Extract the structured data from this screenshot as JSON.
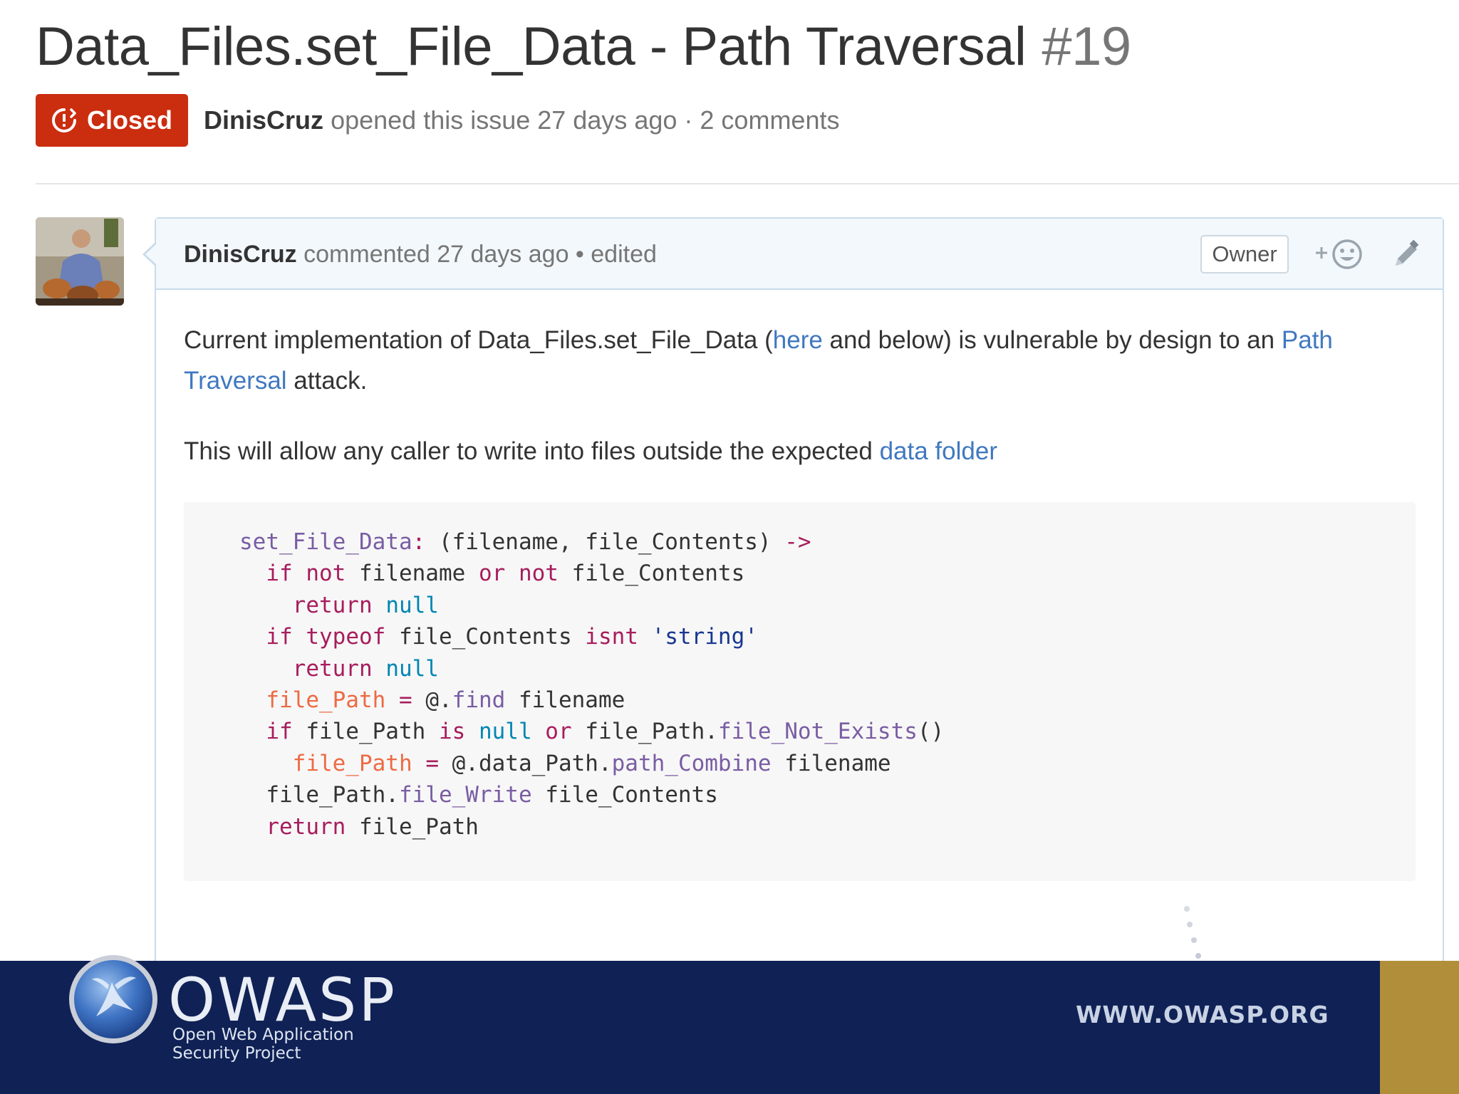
{
  "issue": {
    "title": "Data_Files.set_File_Data - Path Traversal",
    "number": "#19",
    "state": "Closed",
    "state_color": "#cb2d0f",
    "author": "DinisCruz",
    "meta": "opened this issue 27 days ago · 2 comments"
  },
  "comment": {
    "author": "DinisCruz",
    "meta": "commented 27 days ago • edited",
    "role_badge": "Owner",
    "reaction_icon": "add-reaction-icon",
    "edit_icon": "pencil-icon",
    "p1": {
      "t1": "Current implementation of Data_Files.set_File_Data (",
      "link1": "here",
      "t2": " and below) is vulnerable by design to an ",
      "link2": "Path Traversal",
      "t3": " attack."
    },
    "p2": {
      "t1": "This will allow any caller to write into files outside the expected ",
      "link1": "data folder"
    },
    "code_lines": [
      [
        {
          "t": "set_File_Data",
          "c": "fn"
        },
        {
          "t": ": ",
          "c": "kw"
        },
        {
          "t": "(filename, file_Contents) ",
          "c": "p"
        },
        {
          "t": "->",
          "c": "kw"
        }
      ],
      [
        {
          "t": "  ",
          "c": "p"
        },
        {
          "t": "if",
          "c": "kw"
        },
        {
          "t": " ",
          "c": "p"
        },
        {
          "t": "not",
          "c": "kw"
        },
        {
          "t": " filename ",
          "c": "p"
        },
        {
          "t": "or",
          "c": "kw"
        },
        {
          "t": " ",
          "c": "p"
        },
        {
          "t": "not",
          "c": "kw"
        },
        {
          "t": " file_Contents",
          "c": "p"
        }
      ],
      [
        {
          "t": "    ",
          "c": "p"
        },
        {
          "t": "return",
          "c": "kw"
        },
        {
          "t": " ",
          "c": "p"
        },
        {
          "t": "null",
          "c": "c"
        }
      ],
      [
        {
          "t": "  ",
          "c": "p"
        },
        {
          "t": "if",
          "c": "kw"
        },
        {
          "t": " ",
          "c": "p"
        },
        {
          "t": "typeof",
          "c": "kw"
        },
        {
          "t": " file_Contents ",
          "c": "p"
        },
        {
          "t": "isnt",
          "c": "kw"
        },
        {
          "t": " ",
          "c": "p"
        },
        {
          "t": "'string'",
          "c": "s"
        }
      ],
      [
        {
          "t": "    ",
          "c": "p"
        },
        {
          "t": "return",
          "c": "kw"
        },
        {
          "t": " ",
          "c": "p"
        },
        {
          "t": "null",
          "c": "c"
        }
      ],
      [
        {
          "t": "  ",
          "c": "p"
        },
        {
          "t": "file_Path",
          "c": "v"
        },
        {
          "t": " ",
          "c": "p"
        },
        {
          "t": "=",
          "c": "kw"
        },
        {
          "t": " @.",
          "c": "p"
        },
        {
          "t": "find",
          "c": "fn"
        },
        {
          "t": " filename",
          "c": "p"
        }
      ],
      [
        {
          "t": "  ",
          "c": "p"
        },
        {
          "t": "if",
          "c": "kw"
        },
        {
          "t": " file_Path ",
          "c": "p"
        },
        {
          "t": "is",
          "c": "kw"
        },
        {
          "t": " ",
          "c": "p"
        },
        {
          "t": "null",
          "c": "c"
        },
        {
          "t": " ",
          "c": "p"
        },
        {
          "t": "or",
          "c": "kw"
        },
        {
          "t": " file_Path.",
          "c": "p"
        },
        {
          "t": "file_Not_Exists",
          "c": "fn"
        },
        {
          "t": "()",
          "c": "p"
        }
      ],
      [
        {
          "t": "    ",
          "c": "p"
        },
        {
          "t": "file_Path",
          "c": "v"
        },
        {
          "t": " ",
          "c": "p"
        },
        {
          "t": "=",
          "c": "kw"
        },
        {
          "t": " @.data_Path.",
          "c": "p"
        },
        {
          "t": "path_Combine",
          "c": "fn"
        },
        {
          "t": " filename",
          "c": "p"
        }
      ],
      [
        {
          "t": "  file_Path.",
          "c": "p"
        },
        {
          "t": "file_Write",
          "c": "fn"
        },
        {
          "t": " file_Contents",
          "c": "p"
        }
      ],
      [
        {
          "t": "  ",
          "c": "p"
        },
        {
          "t": "return",
          "c": "kw"
        },
        {
          "t": " file_Path",
          "c": "p"
        }
      ]
    ]
  },
  "footer": {
    "logo_word": "OWASP",
    "subtitle_line1": "Open Web Application",
    "subtitle_line2": "Security Project",
    "url": "WWW.OWASP.ORG",
    "navy": "#0f2155",
    "gold": "#b18f3a"
  }
}
